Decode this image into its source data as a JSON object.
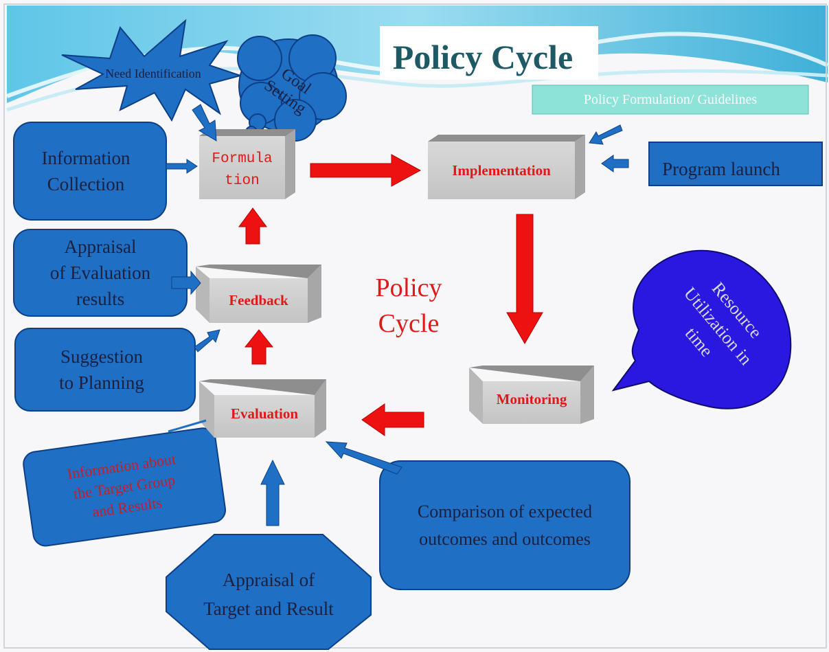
{
  "title": "Policy Cycle",
  "center_label": "Policy\nCycle",
  "banner": "Policy Formulation/ Guidelines",
  "bursts": {
    "need": "Need Identification",
    "goal": "Goal\nSetting"
  },
  "stages": {
    "formulation": "Formula\ntion",
    "implementation": "Implementation",
    "feedback": "Feedback",
    "evaluation": "Evaluation",
    "monitoring": "Monitoring"
  },
  "boxes": {
    "information_collection": "Information\nCollection",
    "appraisal_evaluation": "Appraisal\nof Evaluation\nresults",
    "suggestion": "Suggestion\nto Planning",
    "target_group": "Information about\nthe Target Group\nand Results",
    "comparison": "Comparison of expected\noutcomes and outcomes",
    "appraisal_target": "Appraisal of\nTarget and Result",
    "program_launch": "Program launch",
    "resource": "Resource\nUtilization in\ntime"
  },
  "colors": {
    "title": "#1d5a66",
    "box_blue": "#1f6fc4",
    "box_border": "#0d3f86",
    "stage_red": "#e01818",
    "arrow_red": "#ee1111",
    "callout": "#2a18e0",
    "banner": "#8ee3d8"
  }
}
